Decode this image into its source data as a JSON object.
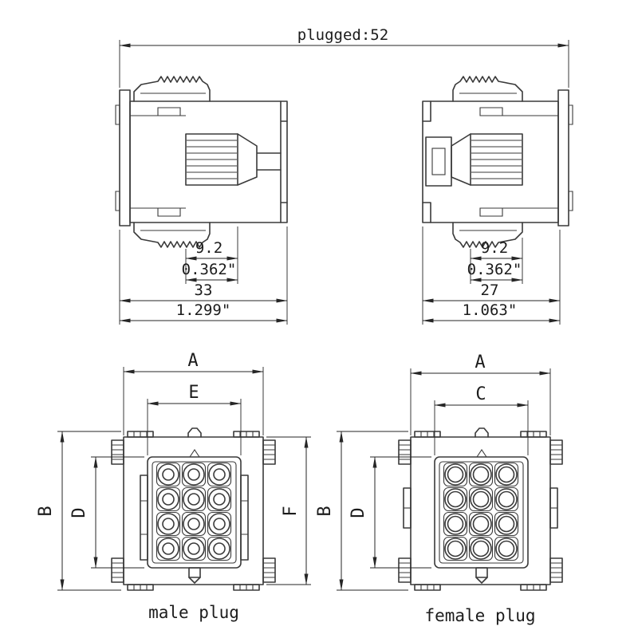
{
  "title_dimension": "plugged:52",
  "male_side_dims": {
    "mm_inner": "9.2",
    "in_inner": "0.362\"",
    "mm_total": "33",
    "in_total": "1.299\""
  },
  "female_side_dims": {
    "mm_inner": "9.2",
    "in_inner": "0.362\"",
    "mm_total": "27",
    "in_total": "1.063\""
  },
  "male_front_dims": {
    "width_outer": "A",
    "width_inner": "E",
    "height_outer": "B",
    "height_inner": "D",
    "height_right": "F"
  },
  "female_front_dims": {
    "width_outer": "A",
    "width_inner": "C",
    "height_outer": "B",
    "height_inner": "D"
  },
  "captions": {
    "male": "male plug",
    "female": "female plug"
  },
  "colors": {
    "line": "#3a3a3a",
    "dimension": "#262626",
    "background": "#ffffff"
  }
}
